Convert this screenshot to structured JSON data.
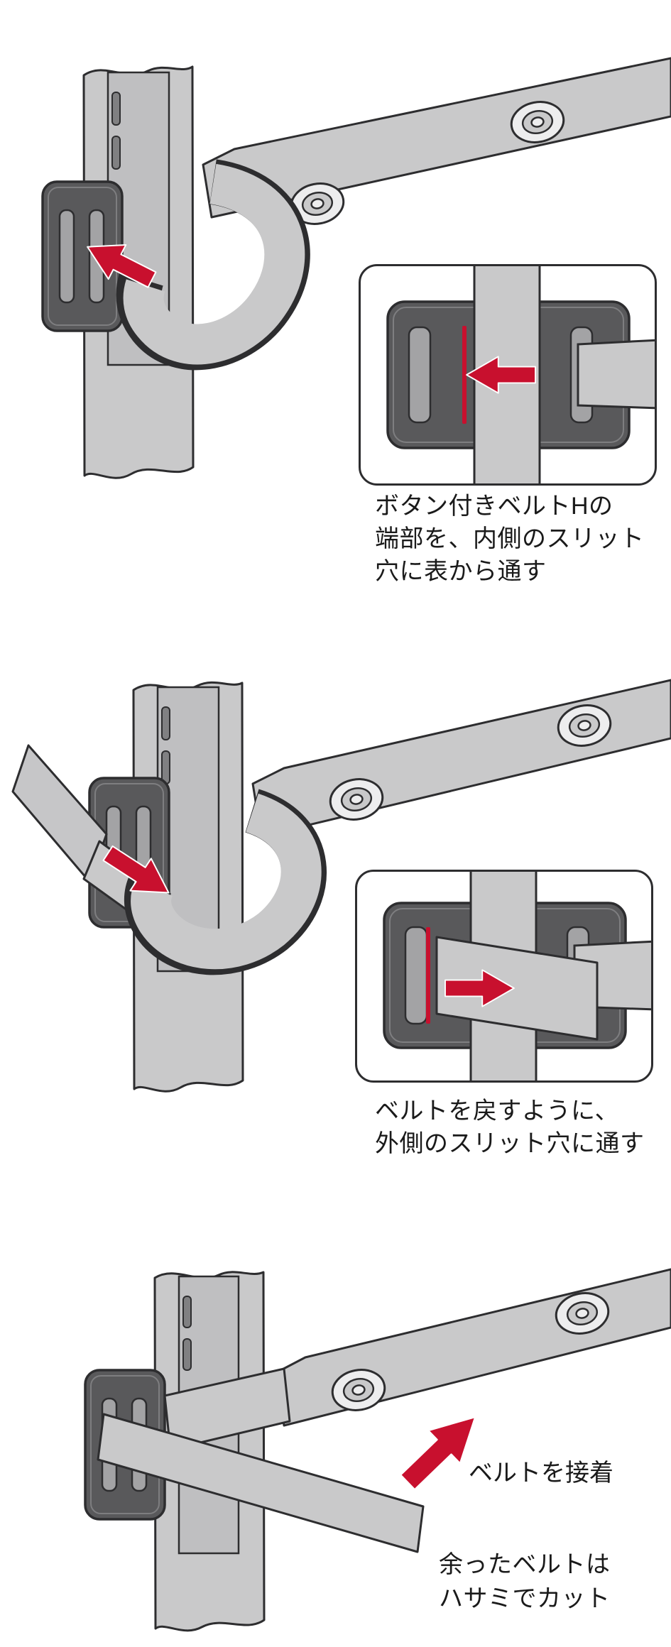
{
  "title": "belt-attachment-instructions",
  "colors": {
    "accent_red": "#c8102e",
    "belt_gray": "#c9c9ca",
    "buckle_gray": "#59595b",
    "outline": "#2d2d2f"
  },
  "steps": [
    {
      "name": "thread-inner-slit",
      "caption_lines": [
        "ボタン付きベルトHの",
        "端部を、内側のスリット",
        "穴に表から通す"
      ]
    },
    {
      "name": "thread-outer-slit",
      "caption_lines": [
        "ベルトを戻すように、",
        "外側のスリット穴に通す"
      ]
    },
    {
      "name": "glue-and-cut",
      "action_label": "ベルトを接着",
      "caption_lines": [
        "余ったベルトは",
        "ハサミでカット"
      ]
    }
  ]
}
